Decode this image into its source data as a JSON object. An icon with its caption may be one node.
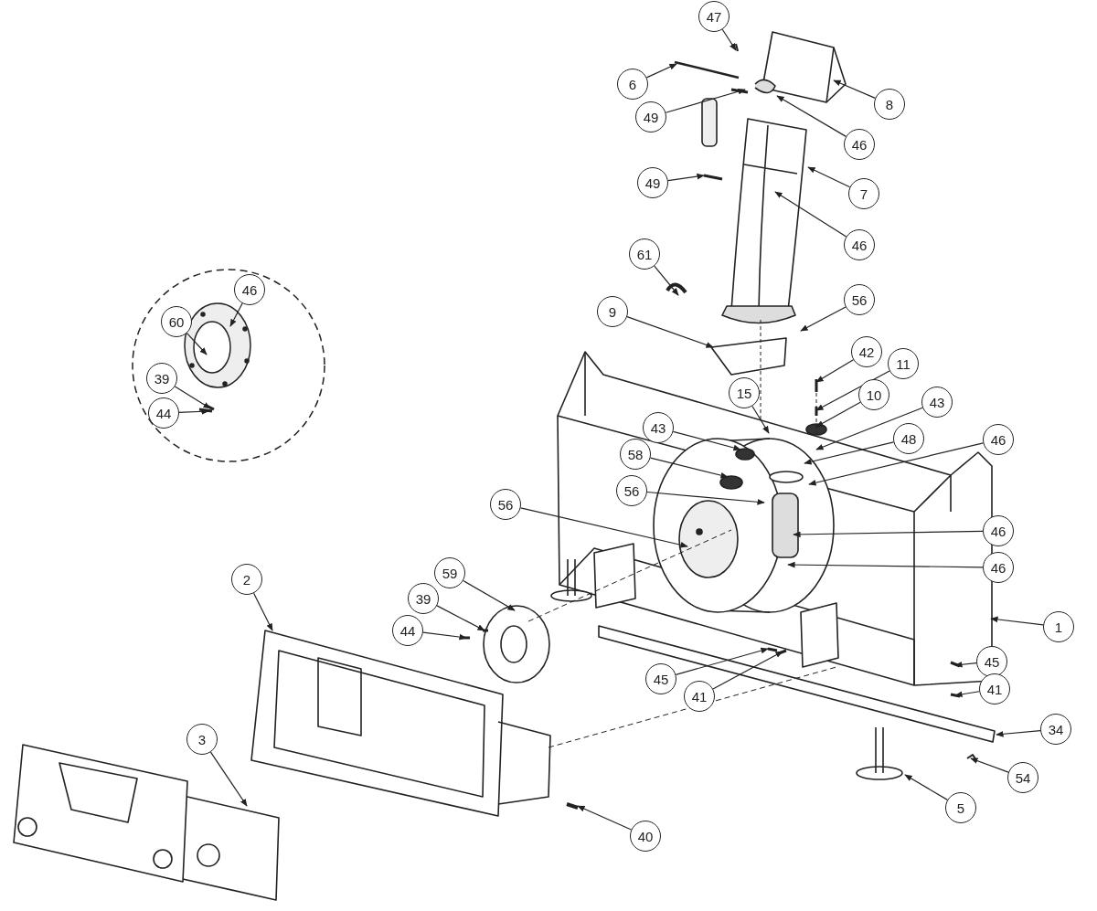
{
  "diagram": {
    "nodes": [
      {
        "text": [
          "47"
        ]
      },
      {
        "text": [
          "6"
        ]
      },
      {
        "text": [
          "8"
        ]
      },
      {
        "text": [
          "49"
        ]
      },
      {
        "text": [
          "46"
        ]
      },
      {
        "text": [
          "49"
        ]
      },
      {
        "text": [
          "7"
        ]
      },
      {
        "text": [
          "46"
        ]
      },
      {
        "text": [
          "61"
        ]
      },
      {
        "text": [
          "46"
        ]
      },
      {
        "text": [
          "60"
        ]
      },
      {
        "text": [
          "56"
        ]
      },
      {
        "text": [
          "9"
        ]
      },
      {
        "text": [
          "42"
        ]
      },
      {
        "text": [
          "11"
        ]
      },
      {
        "text": [
          "15"
        ]
      },
      {
        "text": [
          "39"
        ]
      },
      {
        "text": [
          "10"
        ]
      },
      {
        "text": [
          "43"
        ]
      },
      {
        "text": [
          "44"
        ]
      },
      {
        "text": [
          "43"
        ]
      },
      {
        "text": [
          "48"
        ]
      },
      {
        "text": [
          "46"
        ]
      },
      {
        "text": [
          "58"
        ]
      },
      {
        "text": [
          "56"
        ]
      },
      {
        "text": [
          "56"
        ]
      },
      {
        "text": [
          "46"
        ]
      },
      {
        "text": [
          "46"
        ]
      },
      {
        "text": [
          "59"
        ]
      },
      {
        "text": [
          "2"
        ]
      },
      {
        "text": [
          "39"
        ]
      },
      {
        "text": [
          "44"
        ]
      },
      {
        "text": [
          "1"
        ]
      },
      {
        "text": [
          "45"
        ]
      },
      {
        "text": [
          "45"
        ]
      },
      {
        "text": [
          "41"
        ]
      },
      {
        "text": [
          "41"
        ]
      },
      {
        "text": [
          "34"
        ]
      },
      {
        "text": [
          "3"
        ]
      },
      {
        "text": [
          "54"
        ]
      },
      {
        "text": [
          "5"
        ]
      },
      {
        "text": [
          "40"
        ]
      }
    ],
    "edges": [
      {
        "from": 0,
        "to": null,
        "arrow": "to"
      },
      {
        "from": 1,
        "to": null,
        "arrow": "to"
      },
      {
        "from": 2,
        "to": null,
        "arrow": "to"
      },
      {
        "from": 3,
        "to": null,
        "arrow": "to"
      },
      {
        "from": 4,
        "to": null,
        "arrow": "to"
      },
      {
        "from": 5,
        "to": null,
        "arrow": "to"
      },
      {
        "from": 6,
        "to": null,
        "arrow": "to"
      },
      {
        "from": 7,
        "to": null,
        "arrow": "to"
      },
      {
        "from": 8,
        "to": null,
        "arrow": "to"
      },
      {
        "from": 9,
        "to": null,
        "arrow": "to"
      },
      {
        "from": 10,
        "to": null,
        "arrow": "to"
      },
      {
        "from": 11,
        "to": null,
        "arrow": "to"
      },
      {
        "from": 12,
        "to": null,
        "arrow": "to"
      },
      {
        "from": 13,
        "to": null,
        "arrow": "to"
      },
      {
        "from": 14,
        "to": null,
        "arrow": "to"
      },
      {
        "from": 15,
        "to": null,
        "arrow": "to"
      },
      {
        "from": 16,
        "to": null,
        "arrow": "to"
      },
      {
        "from": 17,
        "to": null,
        "arrow": "to"
      },
      {
        "from": 18,
        "to": null,
        "arrow": "to"
      },
      {
        "from": 19,
        "to": null,
        "arrow": "to"
      },
      {
        "from": 20,
        "to": null,
        "arrow": "to"
      },
      {
        "from": 21,
        "to": null,
        "arrow": "to"
      },
      {
        "from": 22,
        "to": null,
        "arrow": "to"
      },
      {
        "from": 23,
        "to": null,
        "arrow": "to"
      },
      {
        "from": 24,
        "to": null,
        "arrow": "to"
      },
      {
        "from": 25,
        "to": null,
        "arrow": "to"
      },
      {
        "from": 26,
        "to": null,
        "arrow": "to"
      },
      {
        "from": 27,
        "to": null,
        "arrow": "to"
      },
      {
        "from": 28,
        "to": null,
        "arrow": "to"
      },
      {
        "from": 29,
        "to": null,
        "arrow": "to"
      },
      {
        "from": 30,
        "to": null,
        "arrow": "to"
      },
      {
        "from": 31,
        "to": null,
        "arrow": "to"
      },
      {
        "from": 32,
        "to": null,
        "arrow": "to"
      },
      {
        "from": 33,
        "to": null,
        "arrow": "to"
      },
      {
        "from": 34,
        "to": null,
        "arrow": "to"
      },
      {
        "from": 35,
        "to": null,
        "arrow": "to"
      },
      {
        "from": 36,
        "to": null,
        "arrow": "to"
      },
      {
        "from": 37,
        "to": null,
        "arrow": "to"
      },
      {
        "from": 38,
        "to": null,
        "arrow": "to"
      },
      {
        "from": 39,
        "to": null,
        "arrow": "to"
      },
      {
        "from": 40,
        "to": null,
        "arrow": "to"
      },
      {
        "from": 41,
        "to": null,
        "arrow": "to"
      }
    ]
  }
}
